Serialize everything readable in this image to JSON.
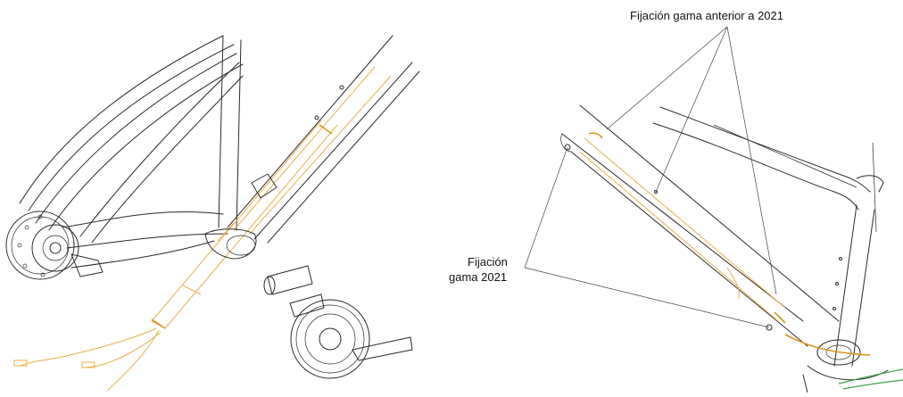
{
  "labels": {
    "top_callout": "Fijación gama anterior a 2021",
    "left_callout_line1": "Fijación",
    "left_callout_line2": "gama 2021"
  },
  "colors": {
    "line_art": "#2b2b2b",
    "battery_highlight": "#e9b04a",
    "cable_green": "#3aa64a"
  }
}
